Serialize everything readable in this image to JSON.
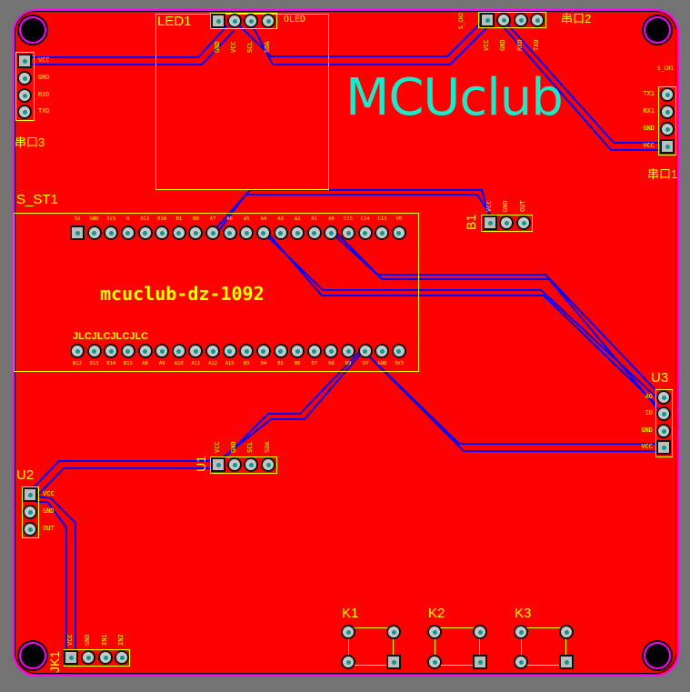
{
  "logo_text": "MCUclub",
  "colors": {
    "board": "#ff0000",
    "silkscreen": "#ffff00",
    "trace": "#0000ff",
    "outline": "#ff00ff",
    "logo": "#1ee8c8"
  },
  "components": {
    "uart3": {
      "designator": "串口3",
      "pins": [
        "VCC",
        "GND",
        "RXD",
        "TXD"
      ]
    },
    "led1": {
      "designator": "LED1",
      "name": "OLED",
      "pins": [
        "GND",
        "VCC",
        "SCL",
        "SDA"
      ]
    },
    "uart2": {
      "designator": "串口2",
      "ref": "S_CH2",
      "pins": [
        "VCC",
        "GND",
        "RXD",
        "TXD"
      ]
    },
    "uart1": {
      "designator": "串口1",
      "ref": "S_CH1",
      "pins": [
        "TX1",
        "RX1",
        "GND",
        "VCC"
      ]
    },
    "b1": {
      "designator": "B1",
      "pins": [
        "VCC",
        "GND",
        "OUT"
      ]
    },
    "s_st1": {
      "designator": "S_ST1",
      "title": "mcuclub-dz-1092",
      "marker": "JLCJLCJLCJLC",
      "top_pins": [
        "5V",
        "GND",
        "3V3",
        "R",
        "B11",
        "B10",
        "B1",
        "B0",
        "A7",
        "A6",
        "A5",
        "A4",
        "A3",
        "A2",
        "A1",
        "A0",
        "C15",
        "C14",
        "C13",
        "VB"
      ],
      "bottom_pins": [
        "B12",
        "B13",
        "B14",
        "B15",
        "A8",
        "A9",
        "A10",
        "A11",
        "A12",
        "A15",
        "B3",
        "B4",
        "B5",
        "B6",
        "B7",
        "B8",
        "B9",
        "5V",
        "GND",
        "3V3"
      ]
    },
    "u3": {
      "designator": "U3",
      "pins": [
        "AO",
        "IO",
        "GND",
        "VCC"
      ]
    },
    "u1": {
      "designator": "U1",
      "pins": [
        "VCC",
        "GND",
        "SCL",
        "SDA"
      ]
    },
    "u2": {
      "designator": "U2",
      "pins": [
        "VCC",
        "GND",
        "OUT"
      ]
    },
    "jk1": {
      "designator": "JK1",
      "pins": [
        "VCC",
        "GND",
        "IN1",
        "IN2"
      ]
    },
    "k1": {
      "designator": "K1"
    },
    "k2": {
      "designator": "K2"
    },
    "k3": {
      "designator": "K3"
    }
  }
}
